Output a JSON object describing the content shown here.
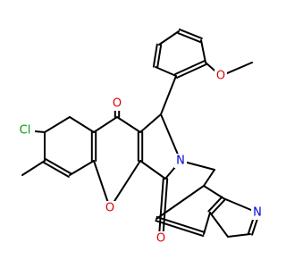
{
  "structure": {
    "atoms": [
      {
        "id": "cl",
        "label": "Cl",
        "color": "#00a000"
      },
      {
        "id": "o_carbonyl_top",
        "label": "O",
        "color": "#e00000"
      },
      {
        "id": "o_methoxy",
        "label": "O",
        "color": "#e00000"
      },
      {
        "id": "o_pyran",
        "label": "O",
        "color": "#e00000"
      },
      {
        "id": "n_lactam",
        "label": "N",
        "color": "#0000e0"
      },
      {
        "id": "o_carbonyl_bottom",
        "label": "O",
        "color": "#e00000"
      },
      {
        "id": "n_pyridine",
        "label": "N",
        "color": "#0000e0"
      }
    ]
  }
}
